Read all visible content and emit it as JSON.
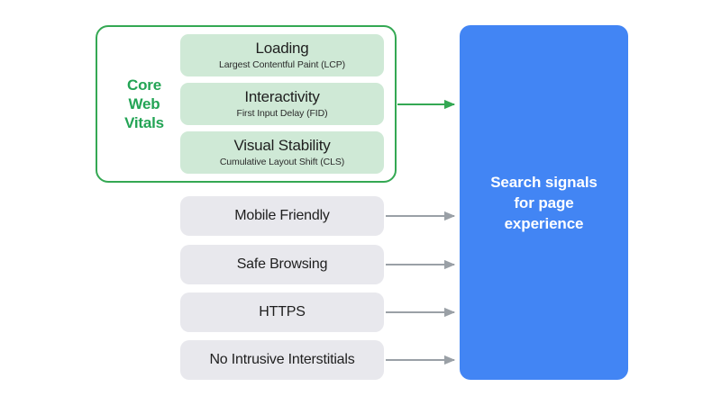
{
  "diagram": {
    "title": "Search signals for page experience",
    "colors": {
      "accent_green": "#34a853",
      "label_green": "#23a455",
      "card_green": "#cfe9d6",
      "pill_gray": "#e8e8ed",
      "brand_blue": "#4285f4",
      "arrow_gray": "#9aa0a6",
      "text_dark": "#1f1f1f",
      "background": "#ffffff"
    },
    "core_web_vitals": {
      "label_lines": [
        "Core",
        "Web",
        "Vitals"
      ],
      "label_text": "Core Web Vitals",
      "cards": [
        {
          "title": "Loading",
          "subtitle": "Largest Contentful Paint (LCP)",
          "abbr": "LCP"
        },
        {
          "title": "Interactivity",
          "subtitle": "First Input Delay (FID)",
          "abbr": "FID"
        },
        {
          "title": "Visual Stability",
          "subtitle": "Cumulative Layout Shift (CLS)",
          "abbr": "CLS"
        }
      ]
    },
    "other_signals": [
      {
        "label": "Mobile Friendly"
      },
      {
        "label": "Safe Browsing"
      },
      {
        "label": "HTTPS"
      },
      {
        "label": "No Intrusive Interstitials"
      }
    ],
    "destination": {
      "lines": [
        "Search signals",
        "for page",
        "experience"
      ],
      "text": "Search signals for page experience"
    },
    "arrows": [
      {
        "from": "core-web-vitals-group",
        "to": "search-signals-box",
        "color": "#34a853"
      },
      {
        "from": "signal-mobile-friendly",
        "to": "search-signals-box",
        "color": "#9aa0a6"
      },
      {
        "from": "signal-safe-browsing",
        "to": "search-signals-box",
        "color": "#9aa0a6"
      },
      {
        "from": "signal-https",
        "to": "search-signals-box",
        "color": "#9aa0a6"
      },
      {
        "from": "signal-no-intrusive-interstitials",
        "to": "search-signals-box",
        "color": "#9aa0a6"
      }
    ]
  }
}
